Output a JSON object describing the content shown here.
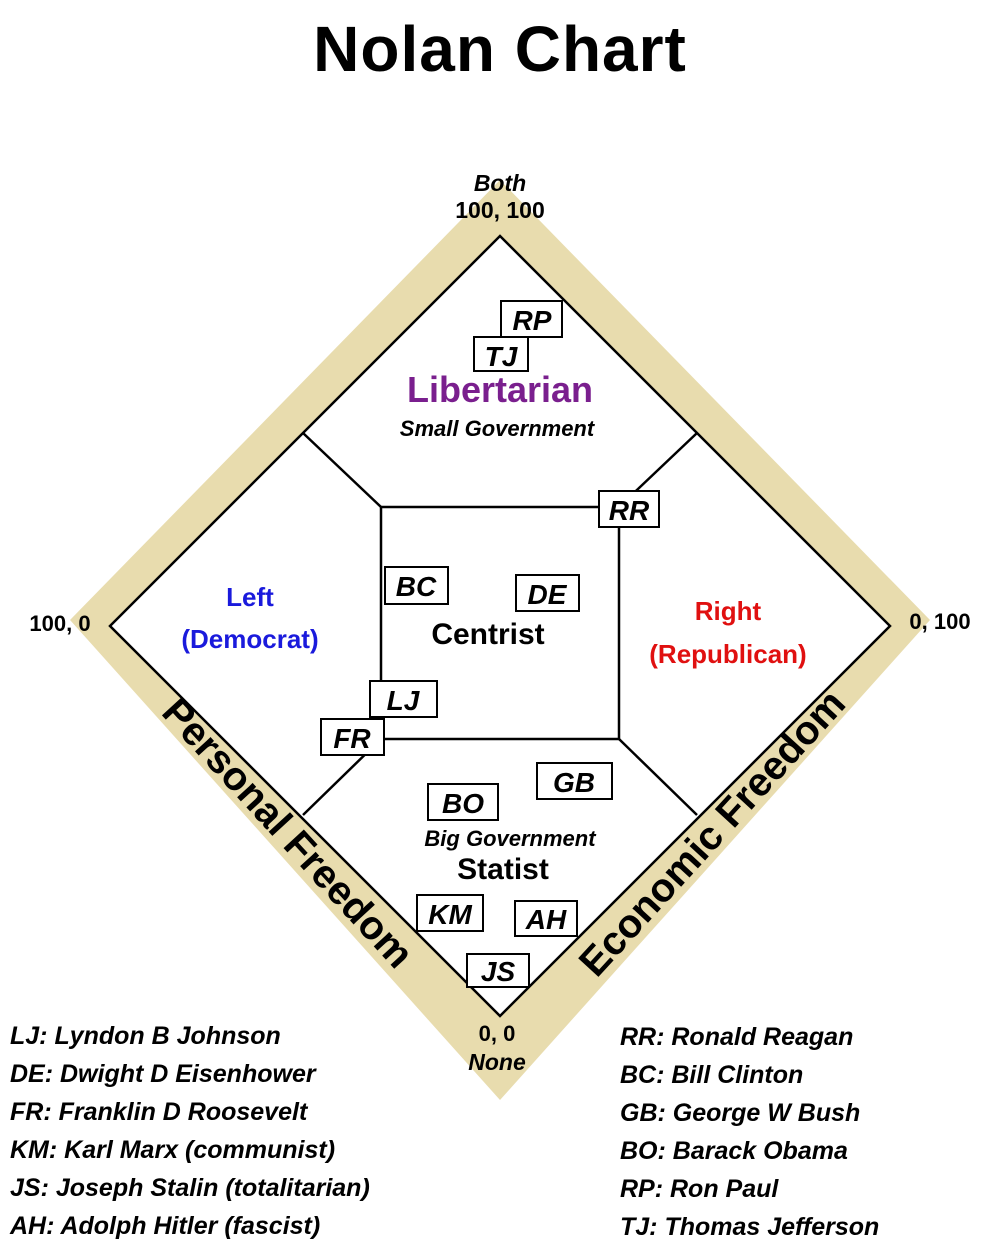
{
  "title": "Nolan Chart",
  "corners": {
    "top_label": "Both",
    "top_value": "100, 100",
    "left_value": "100, 0",
    "right_value": "0, 100",
    "bottom_value": "0, 0",
    "bottom_label": "None"
  },
  "axes": {
    "left": "Personal Freedom",
    "right": "Economic Freedom"
  },
  "regions": {
    "libertarian": "Libertarian",
    "libertarian_sub": "Small Government",
    "left": "Left",
    "left_sub": "(Democrat)",
    "centrist": "Centrist",
    "right": "Right",
    "right_sub": "(Republican)",
    "statist_sub": "Big Government",
    "statist": "Statist"
  },
  "markers": {
    "RP": "RP",
    "TJ": "TJ",
    "RR": "RR",
    "BC": "BC",
    "DE": "DE",
    "LJ": "LJ",
    "FR": "FR",
    "BO": "BO",
    "GB": "GB",
    "KM": "KM",
    "AH": "AH",
    "JS": "JS"
  },
  "legend_left": [
    "LJ: Lyndon B Johnson",
    "DE: Dwight D Eisenhower",
    "FR: Franklin D Roosevelt",
    "KM: Karl Marx (communist)",
    "JS: Joseph Stalin (totalitarian)",
    "AH: Adolph Hitler (fascist)"
  ],
  "legend_right": [
    "RR: Ronald Reagan",
    "BC: Bill Clinton",
    "GB: George W Bush",
    "BO: Barack Obama",
    "RP: Ron Paul",
    "TJ: Thomas Jefferson"
  ],
  "colors": {
    "border_band": "#e8dcae",
    "libertarian": "#7a1f8e",
    "left": "#1a1adc",
    "right": "#e01010"
  }
}
